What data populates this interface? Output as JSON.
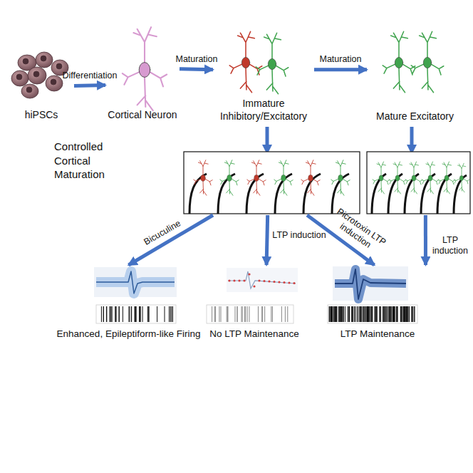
{
  "diagram": {
    "nodes": [
      {
        "text": [
          "hiPSCs"
        ]
      },
      {
        "text": [
          "Cortical Neuron"
        ]
      },
      {
        "text": [
          "Immature Inhibitory/Excitatory"
        ]
      },
      {
        "text": [
          "Mature Excitatory"
        ]
      },
      {
        "text": [
          "Enhanced, Epileptiform-like Firing"
        ]
      },
      {
        "text": [
          "No LTP Maintenance"
        ]
      },
      {
        "text": [
          "LTP Maintenance"
        ]
      }
    ],
    "edges": [
      {
        "from": 0,
        "to": 1,
        "label": "Differentiation",
        "arrow": "to"
      },
      {
        "from": 1,
        "to": 2,
        "label": "Maturation",
        "arrow": "to"
      },
      {
        "from": 2,
        "to": 3,
        "label": "Maturation",
        "arrow": "to"
      },
      {
        "from": 2,
        "to": 4,
        "label": "Bicuculine",
        "arrow": "to"
      },
      {
        "from": 2,
        "to": 5,
        "label": "LTP induction",
        "arrow": "to"
      },
      {
        "from": 2,
        "to": 6,
        "label": "Picrotoxin LTP induction",
        "arrow": "to"
      },
      {
        "from": 3,
        "to": 6,
        "label": "LTP induction",
        "arrow": "to"
      }
    ],
    "labels": [
      "Controlled Cortical Maturation"
    ]
  }
}
